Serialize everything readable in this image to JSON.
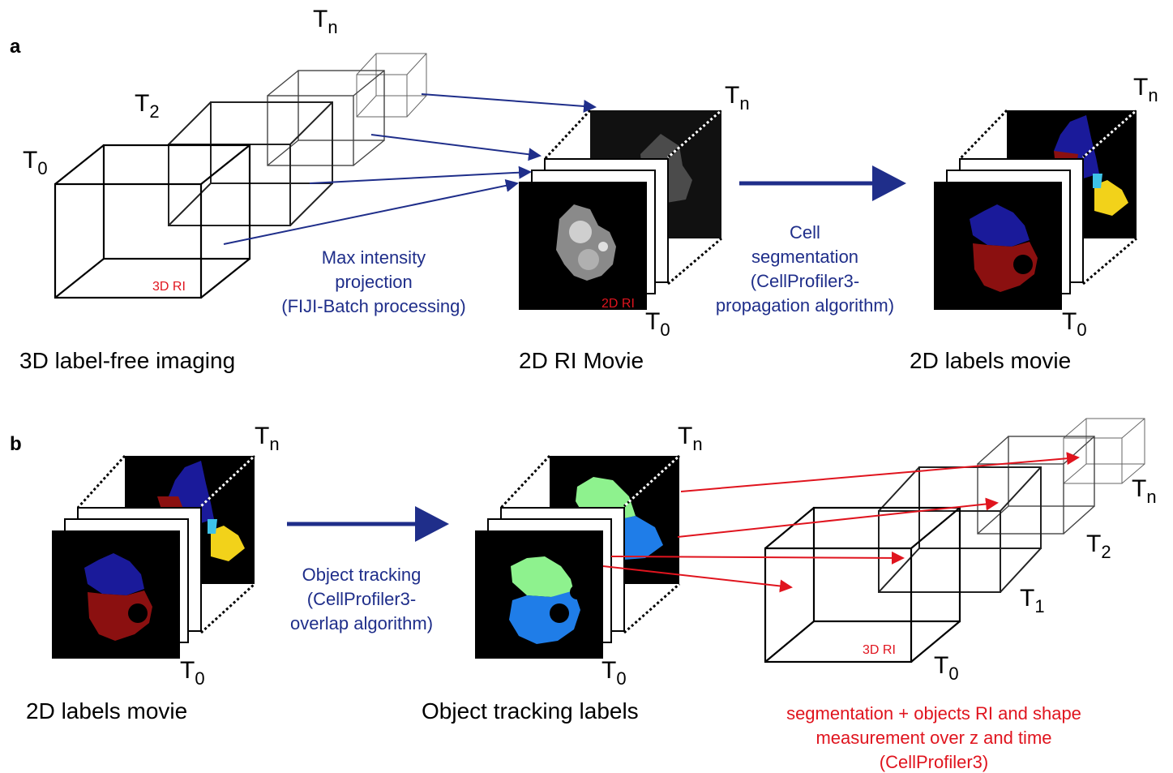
{
  "panel_a": {
    "letter": "a",
    "time_labels": {
      "cube_t0": "T",
      "cube_t0_sub": "0",
      "cube_t2": "T",
      "cube_t2_sub": "2",
      "cube_tn": "T",
      "cube_tn_sub": "n",
      "movie_tn": "T",
      "movie_tn_sub": "n",
      "movie_t0": "T",
      "movie_t0_sub": "0",
      "labels_tn": "T",
      "labels_tn_sub": "n",
      "labels_t0": "T",
      "labels_t0_sub": "0"
    },
    "tag_3d_ri": "3D RI",
    "tag_2d_ri": "2D RI",
    "caption_imaging": "3D label-free imaging",
    "caption_movie": "2D RI Movie",
    "caption_labels": "2D labels movie",
    "step1_lines": [
      "Max intensity",
      "projection",
      "(FIJI-Batch processing)"
    ],
    "step2_lines": [
      "Cell",
      "segmentation",
      "(CellProfiler3-",
      "propagation algorithm)"
    ]
  },
  "panel_b": {
    "letter": "b",
    "time_labels": {
      "labels_tn": "T",
      "labels_tn_sub": "n",
      "labels_t0": "T",
      "labels_t0_sub": "0",
      "track_tn": "T",
      "track_tn_sub": "n",
      "track_t0": "T",
      "track_t0_sub": "0",
      "cube_t0": "T",
      "cube_t0_sub": "0",
      "cube_t1": "T",
      "cube_t1_sub": "1",
      "cube_t2": "T",
      "cube_t2_sub": "2",
      "cube_tn": "T",
      "cube_tn_sub": "n"
    },
    "tag_3d_ri": "3D RI",
    "caption_labels": "2D labels movie",
    "caption_tracking": "Object tracking labels",
    "step_lines": [
      "Object tracking",
      "(CellProfiler3-",
      "overlap algorithm)"
    ],
    "measure_lines": [
      "segmentation + objects RI and shape",
      "measurement over z and time",
      "(CellProfiler3)"
    ]
  },
  "colors": {
    "accent_blue": "#1f2e8a",
    "accent_red": "#e0141e",
    "cell_blue": "#1a1a9a",
    "cell_red": "#8b1010",
    "cell_yellow": "#f2d21a",
    "cell_cyan": "#3ec3e8",
    "track_green": "#8ef28e",
    "track_blue": "#1f7de8"
  }
}
